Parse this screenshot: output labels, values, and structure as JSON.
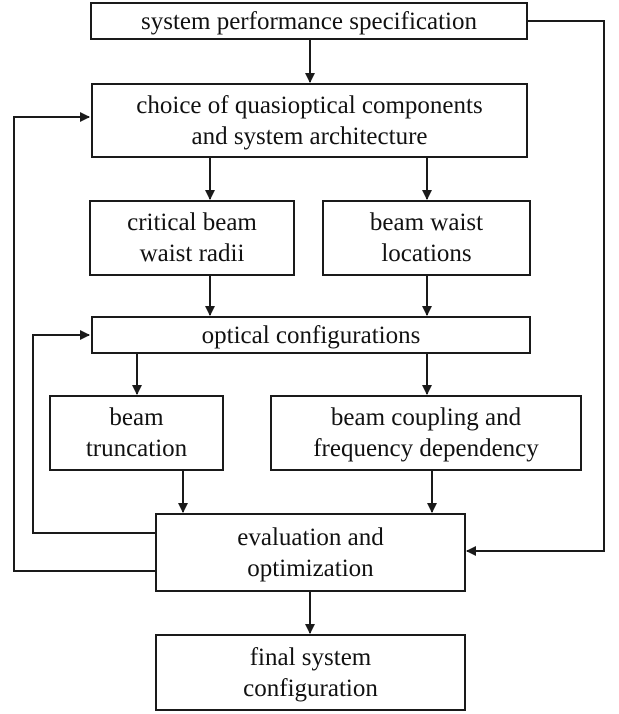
{
  "diagram": {
    "nodes": {
      "spec": "system performance specification",
      "choice": "choice of quasioptical components\nand system architecture",
      "radii": "critical beam\nwaist radii",
      "locations": "beam waist\nlocations",
      "optical": "optical configurations",
      "truncation": "beam\ntruncation",
      "coupling": "beam coupling and\nfrequency dependency",
      "evaluation": "evaluation and\noptimization",
      "final": "final system\nconfiguration"
    }
  }
}
